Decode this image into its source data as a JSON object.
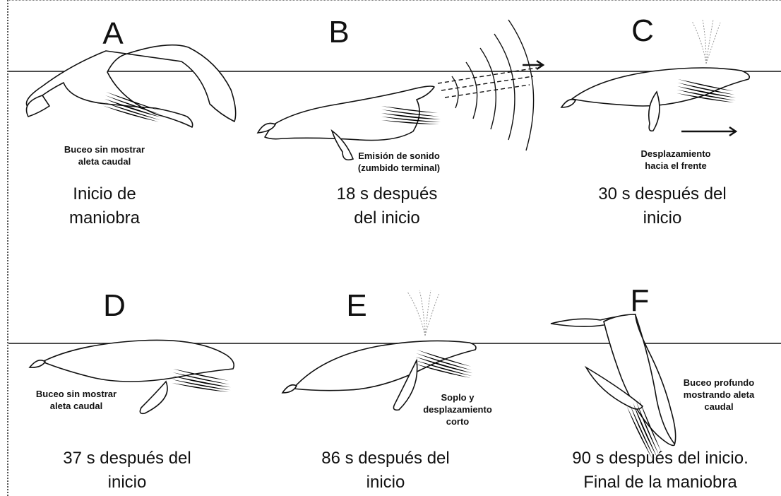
{
  "panels": [
    {
      "letter": "A",
      "note": [
        "Buceo sin mostrar",
        "aleta caudal"
      ],
      "caption": [
        "Inicio de",
        "maniobra"
      ]
    },
    {
      "letter": "B",
      "note": [
        "Emisión de sonido",
        "(zumbido terminal)"
      ],
      "caption": [
        "18 s después",
        "del inicio"
      ]
    },
    {
      "letter": "C",
      "note": [
        "Desplazamiento",
        "hacia el frente"
      ],
      "caption": [
        "30 s después del",
        "inicio"
      ]
    },
    {
      "letter": "D",
      "note": [
        "Buceo sin mostrar",
        "aleta caudal"
      ],
      "caption": [
        "37 s después del",
        "inicio"
      ]
    },
    {
      "letter": "E",
      "note": [
        "Soplo y",
        "desplazamiento",
        "corto"
      ],
      "caption": [
        "86 s después del",
        "inicio"
      ]
    },
    {
      "letter": "F",
      "note": [
        "Buceo profundo",
        "mostrando aleta",
        "caudal"
      ],
      "caption": [
        "90 s después del inicio.",
        "Final de la maniobra"
      ]
    }
  ],
  "colors": {
    "ink": "#111111",
    "background": "#ffffff",
    "spray": "#999999"
  }
}
